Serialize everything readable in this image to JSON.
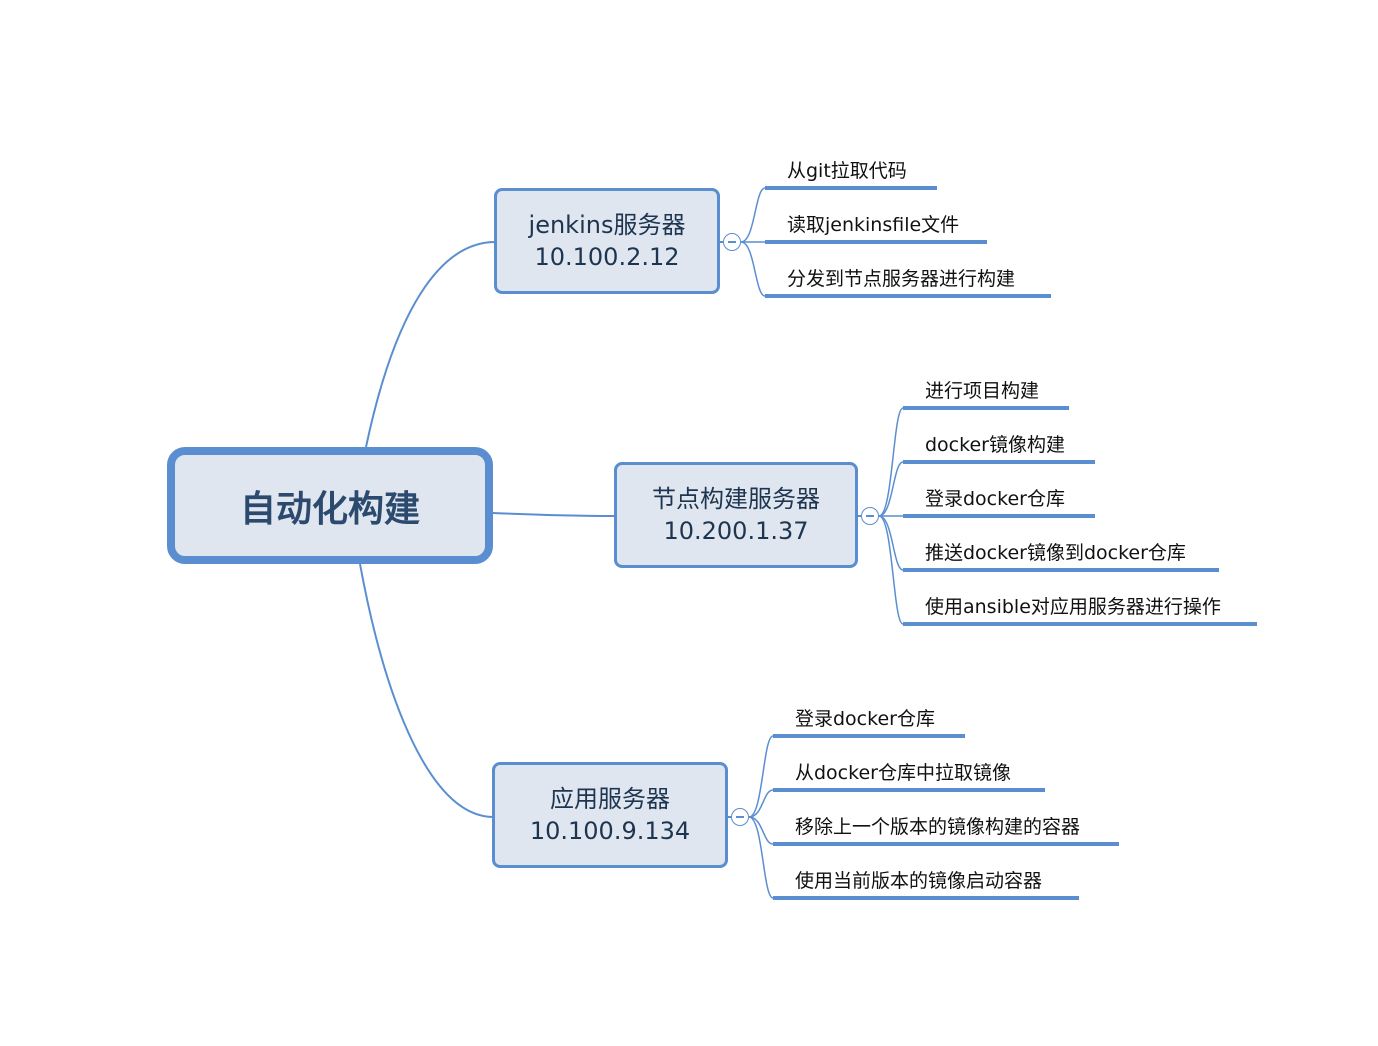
{
  "root": {
    "label": "自动化构建"
  },
  "branches": [
    {
      "name": "jenkins服务器",
      "ip": "10.100.2.12",
      "children": [
        "从git拉取代码",
        "读取jenkinsfile文件",
        "分发到节点服务器进行构建"
      ]
    },
    {
      "name": "节点构建服务器",
      "ip": "10.200.1.37",
      "children": [
        "进行项目构建",
        "docker镜像构建",
        "登录docker仓库",
        "推送docker镜像到docker仓库",
        "使用ansible对应用服务器进行操作"
      ]
    },
    {
      "name": "应用服务器",
      "ip": "10.100.9.134",
      "children": [
        "登录docker仓库",
        "从docker仓库中拉取镜像",
        "移除上一个版本的镜像构建的容器",
        "使用当前版本的镜像启动容器"
      ]
    }
  ],
  "colors": {
    "line": "#5b8ed0",
    "topic_fill": "#dfe6f0",
    "root_text": "#2c4a6e"
  }
}
